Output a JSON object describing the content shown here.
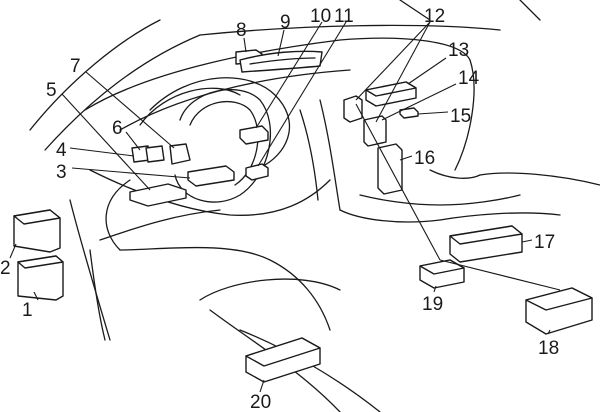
{
  "callouts": [
    {
      "id": "c1",
      "label": "1"
    },
    {
      "id": "c2",
      "label": "2"
    },
    {
      "id": "c3",
      "label": "3"
    },
    {
      "id": "c4",
      "label": "4"
    },
    {
      "id": "c5",
      "label": "5"
    },
    {
      "id": "c6",
      "label": "6"
    },
    {
      "id": "c7",
      "label": "7"
    },
    {
      "id": "c8",
      "label": "8"
    },
    {
      "id": "c9",
      "label": "9"
    },
    {
      "id": "c10",
      "label": "10"
    },
    {
      "id": "c11",
      "label": "11"
    },
    {
      "id": "c12",
      "label": "12"
    },
    {
      "id": "c13",
      "label": "13"
    },
    {
      "id": "c14",
      "label": "14"
    },
    {
      "id": "c15",
      "label": "15"
    },
    {
      "id": "c16",
      "label": "16"
    },
    {
      "id": "c17",
      "label": "17"
    },
    {
      "id": "c18",
      "label": "18"
    },
    {
      "id": "c19",
      "label": "19"
    },
    {
      "id": "c20",
      "label": "20"
    }
  ],
  "colors": {
    "line": "#1a1a1a",
    "background": "#ffffff"
  }
}
